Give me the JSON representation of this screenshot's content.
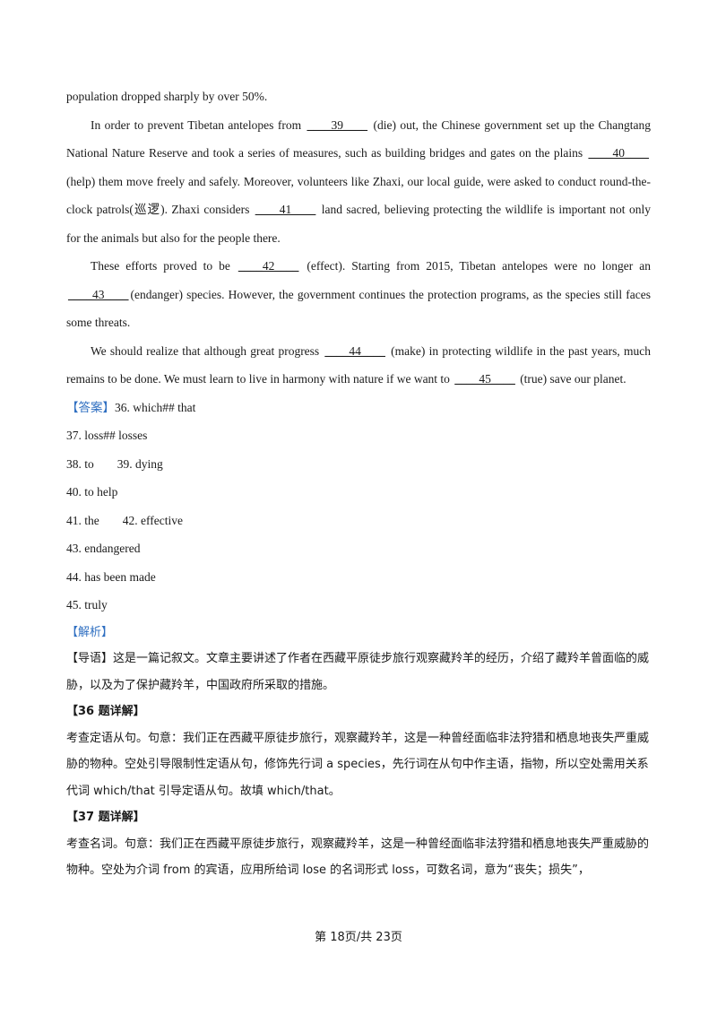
{
  "passage": {
    "p0": "population dropped sharply by over 50%.",
    "p1": {
      "a": "In order to prevent Tibetan antelopes from ",
      "b39": "____39____",
      "c": " (die) out, the Chinese government set up the Changtang National Nature Reserve and took a series of measures, such as building bridges and gates on the plains ",
      "b40": "____40____",
      "d": " (help) them move freely and safely. Moreover, volunteers like Zhaxi, our local guide, were asked to conduct round-the-clock patrols(巡逻). Zhaxi considers ",
      "b41": "____41____",
      "e": " land sacred, believing protecting the wildlife is important not only for the animals but also for the people there."
    },
    "p2": {
      "a": "These efforts proved to be ",
      "b42": "____42____",
      "c": " (effect). Starting from 2015, Tibetan antelopes were no longer an ",
      "b43": "____43____",
      "d": "(endanger) species. However, the government continues the protection programs, as the species still faces some threats."
    },
    "p3": {
      "a": "We should realize that although great progress ",
      "b44": "____44____",
      "c": " (make) in protecting wildlife in the past years, much remains to be done. We must learn to live in harmony with nature if we want to ",
      "b45": "____45____",
      "d": " (true) save our planet."
    }
  },
  "answers": {
    "tag": "【答案】",
    "a36": "36. which## that",
    "a37": "37. loss## losses",
    "a38": "38. to",
    "a39": "39. dying",
    "a40": "40. to help",
    "a41": "41. the",
    "a42": "42. effective",
    "a43": "43. endangered",
    "a44": "44. has been made",
    "a45": "45. truly"
  },
  "analysis": {
    "tag": "【解析】",
    "guide": "【导语】这是一篇记叙文。文章主要讲述了作者在西藏平原徒步旅行观察藏羚羊的经历，介绍了藏羚羊曾面临的威胁，以及为了保护藏羚羊，中国政府所采取的措施。",
    "q36_title": "【36 题详解】",
    "q36_body": "考查定语从句。句意：我们正在西藏平原徒步旅行，观察藏羚羊，这是一种曾经面临非法狩猎和栖息地丧失严重威胁的物种。空处引导限制性定语从句，修饰先行词 a species，先行词在从句中作主语，指物，所以空处需用关系代词 which/that 引导定语从句。故填 which/that。",
    "q37_title": "【37 题详解】",
    "q37_body": "考查名词。句意：我们正在西藏平原徒步旅行，观察藏羚羊，这是一种曾经面临非法狩猎和栖息地丧失严重威胁的物种。空处为介词 from 的宾语，应用所给词 lose 的名词形式 loss，可数名词，意为“丧失；损失”，"
  },
  "footer": "第 18页/共 23页"
}
